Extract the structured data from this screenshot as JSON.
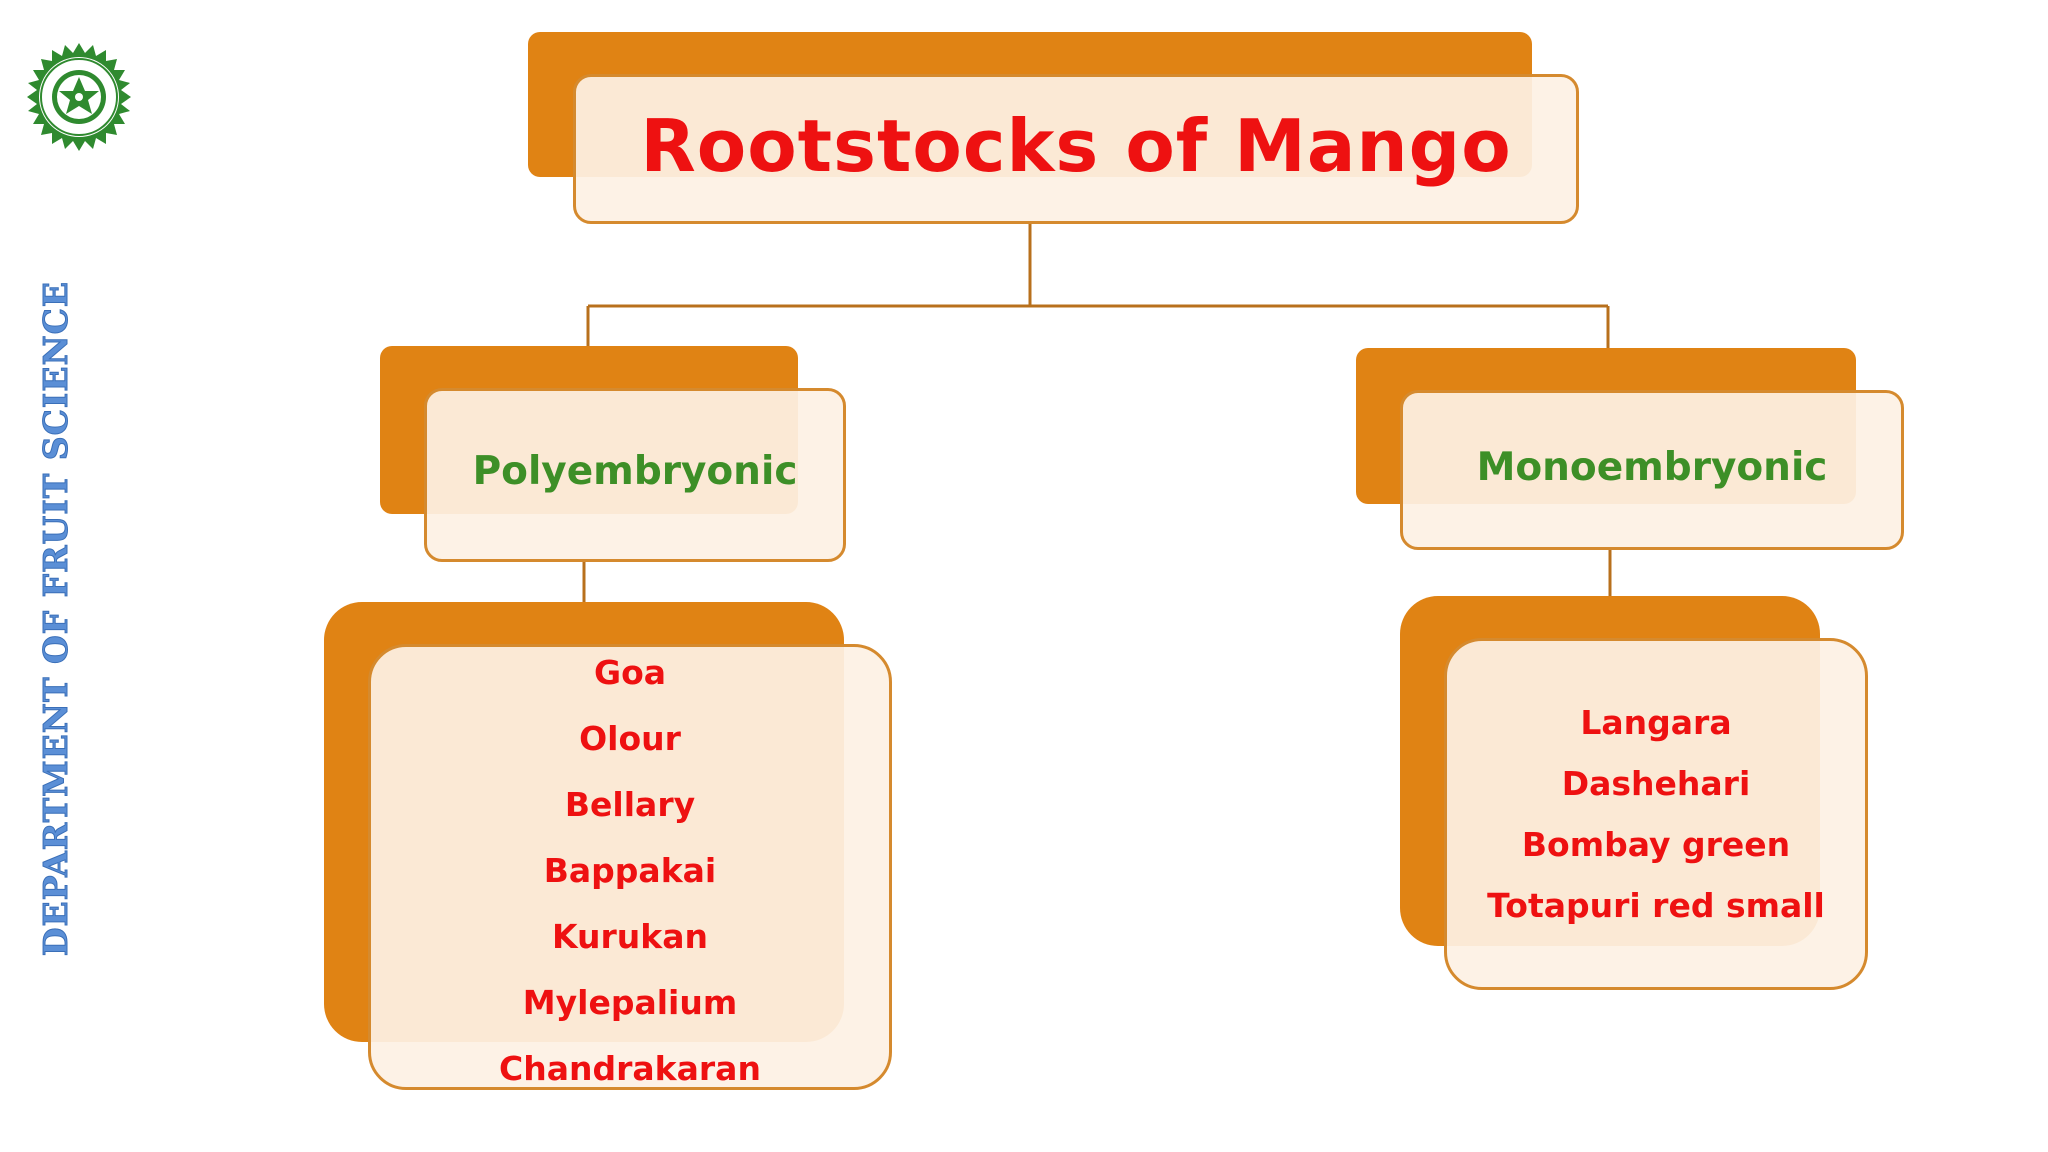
{
  "slide": {
    "title": "Rootstocks of Mango",
    "side_label": "DEPARTMENT OF FRUIT SCIENCE",
    "logo_icon": "university-seal-icon"
  },
  "branches": [
    {
      "label": "Polyembryonic",
      "items": [
        "Goa",
        "Olour",
        "Bellary",
        "Bappakai",
        "Kurukan",
        "Mylepalium",
        "Chandrakaran"
      ]
    },
    {
      "label": "Monoembryonic",
      "items": [
        "Langara",
        "Dashehari",
        "Bombay green",
        "Totapuri red small"
      ]
    }
  ],
  "colors": {
    "back_box": "#e08314",
    "front_fill": "#fdf1e4",
    "border": "#d58a2e",
    "title_text": "#ee1111",
    "category_text": "#3d8f27",
    "side_label": "#5b8fd6"
  }
}
